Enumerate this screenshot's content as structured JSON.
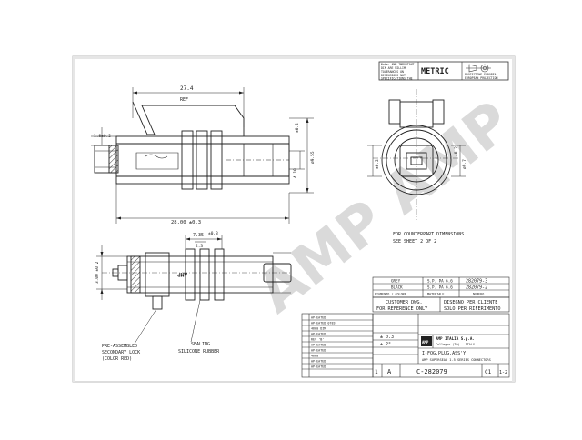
{
  "header": {
    "note_lines": [
      "Note: AMP IMPORTANT",
      "DIM ARE MILLIM",
      "TOLERANCES ON",
      "DIMENSIONS NOT",
      "SPECIFICATIONS THE"
    ],
    "metric_label": "METRIC",
    "projection_lines": [
      "PROIEZIONE EUROPEA",
      "EUROPEAN PROJECTION"
    ]
  },
  "dimensions": {
    "overall_length": "27.4",
    "overall_ref": "REF",
    "left_dia": "1.8±0.2",
    "body_length": "28.00 ±0.3",
    "side_dia": "ø9.55",
    "side_tol": "±0.2",
    "inner_dim": "ø9.7",
    "inner_tol": "±0.2",
    "small_dim": "4.10",
    "right_tol": "±0.2",
    "top_dim": "7.35",
    "top_tol": "±0.3",
    "top_small": "2.3",
    "vert_dim": "3.00 ±0.2"
  },
  "notes": {
    "counterpart": "FOR COUNTERPART DIMENSIONS",
    "see_sheet": "SEE SHEET 2 OF 2",
    "sealing": "SEALING",
    "silicone": "SILICONE RUBBER",
    "pre_assembled": "PRE-ASSEMBLED",
    "secondary_lock": "SECONDARY LOCK",
    "color_red": "(COLOR RED)",
    "part_mark": "AMP"
  },
  "watermark": "AMP AMP",
  "title_block": {
    "color_rows": [
      {
        "color": "GREY",
        "std": "S.P. PA 6.6",
        "number": "282079-3"
      },
      {
        "color": "BLACK",
        "std": "S.P. PA 6.6",
        "number": "282079-2"
      }
    ],
    "column_labels": [
      "PIGMENTO / COLORE",
      "MATERIALE",
      "NUMERO"
    ],
    "customer_dwg": "CUSTOMER DWG.",
    "for_reference": "FOR REFERENCE ONLY",
    "disegno": "DISEGNO PER CLIENTE",
    "solo_rif": "SOLO PER RIFERIMENTO",
    "revisions": [
      "AP-EATED",
      "AP-EATED 0783",
      "4660 DIM",
      "AP-EATED",
      "REV 'B'",
      "AP-EATED",
      "AP-EATED",
      "4660",
      "AP-EATED",
      "AP-EATED"
    ],
    "tol_1": "± 0.3",
    "tol_2": "± 2°",
    "company_logo": "AMP",
    "company_name": "AMP ITALIA S.p.A.",
    "company_addr": "Collegno (TO) - ITALY",
    "title_line1": "I-FOG.PLUG.ASS'Y",
    "title_line2": "AMP SUPERSEAL 1.5 SERIES CONNECTORS",
    "sheet_letter": "A",
    "doc_number": "C-282079",
    "rev_code": "C1",
    "sheet_num": "1-2",
    "size_marker": "1"
  }
}
